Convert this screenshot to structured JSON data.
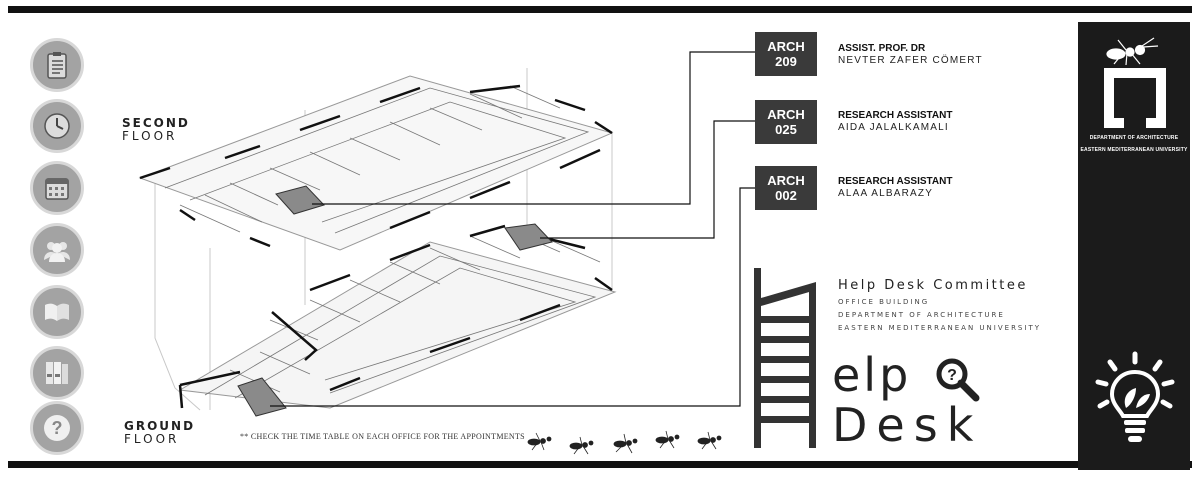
{
  "colors": {
    "frame": "#111111",
    "sidebar_button": "#a3a3a3",
    "sidebar_button_ring": "#d8d8d8",
    "room_box": "#3a3a3a",
    "highlight_room": "#8a8a8a",
    "panel": "#1b1b1b"
  },
  "sidebar": {
    "items": [
      {
        "icon": "clipboard-icon"
      },
      {
        "icon": "clock-icon"
      },
      {
        "icon": "calendar-icon"
      },
      {
        "icon": "people-icon"
      },
      {
        "icon": "book-icon"
      },
      {
        "icon": "binders-icon"
      },
      {
        "icon": "help-icon"
      }
    ]
  },
  "floors": {
    "second": {
      "line1": "SECOND",
      "line2": "FLOOR"
    },
    "ground": {
      "line1": "GROUND",
      "line2": "FLOOR"
    }
  },
  "offices": [
    {
      "room_line1": "ARCH",
      "room_line2": "209",
      "role": "ASSIST. PROF. DR",
      "name": "NEVTER ZAFER CÖMERT"
    },
    {
      "room_line1": "ARCH",
      "room_line2": "025",
      "role": "RESEARCH ASSISTANT",
      "name": "AIDA JALALKAMALI"
    },
    {
      "room_line1": "ARCH",
      "room_line2": "002",
      "role": "RESEARCH ASSISTANT",
      "name": "ALAA ALBARAZY"
    }
  ],
  "note": "** CHECK THE TIME TABLE ON EACH OFFICE FOR THE APPOINTMENTS",
  "committee": {
    "title": "Help Desk Committee",
    "lines": [
      "OFFICE BUILDING",
      "DEPARTMENT OF ARCHITECTURE",
      "EASTERN MEDITERRANEAN UNIVERSITY"
    ]
  },
  "logo_text": {
    "line1": "elp",
    "line2": "Desk"
  },
  "panel": {
    "department": "DEPARTMENT OF ARCHITECTURE",
    "university": "EASTERN MEDITERRANEAN UNIVERSITY"
  }
}
